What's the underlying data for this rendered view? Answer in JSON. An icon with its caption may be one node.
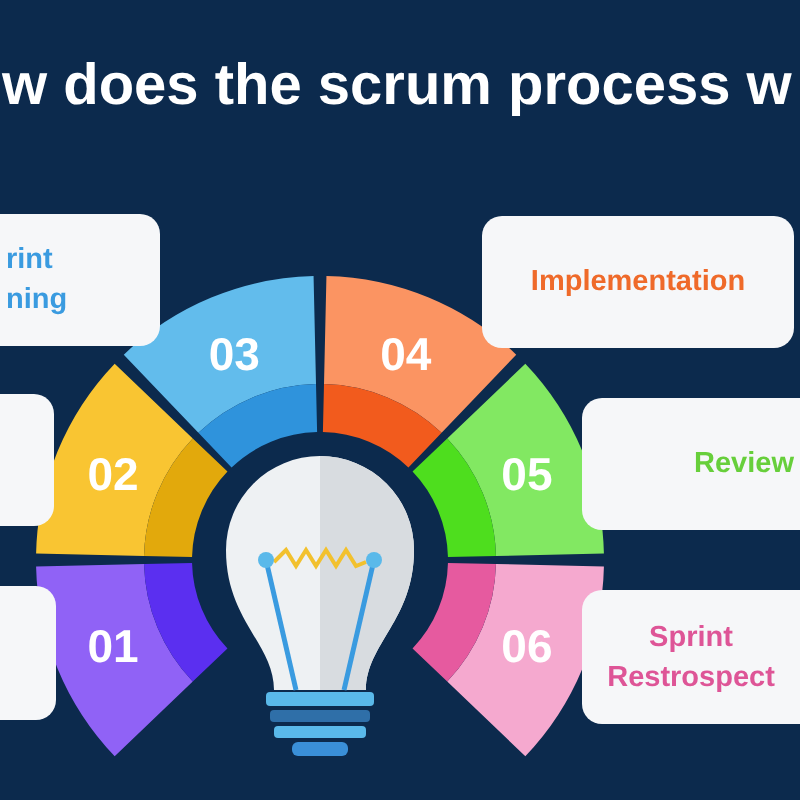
{
  "diagram": {
    "title": "w does the scrum process w",
    "nodes": [
      {
        "text": [
          "01"
        ]
      },
      {
        "text": [],
        "shape": "box"
      },
      {
        "text": [
          "02"
        ]
      },
      {
        "text": [],
        "shape": "box"
      },
      {
        "text": [
          "03"
        ]
      },
      {
        "text": [
          "rint ning"
        ]
      },
      {
        "text": [
          "04"
        ]
      },
      {
        "text": [
          "Implementation"
        ]
      },
      {
        "text": [
          "05"
        ]
      },
      {
        "text": [
          "Review"
        ]
      },
      {
        "text": [
          "06"
        ]
      },
      {
        "text": [
          "Sprint Restrospect"
        ]
      }
    ]
  }
}
